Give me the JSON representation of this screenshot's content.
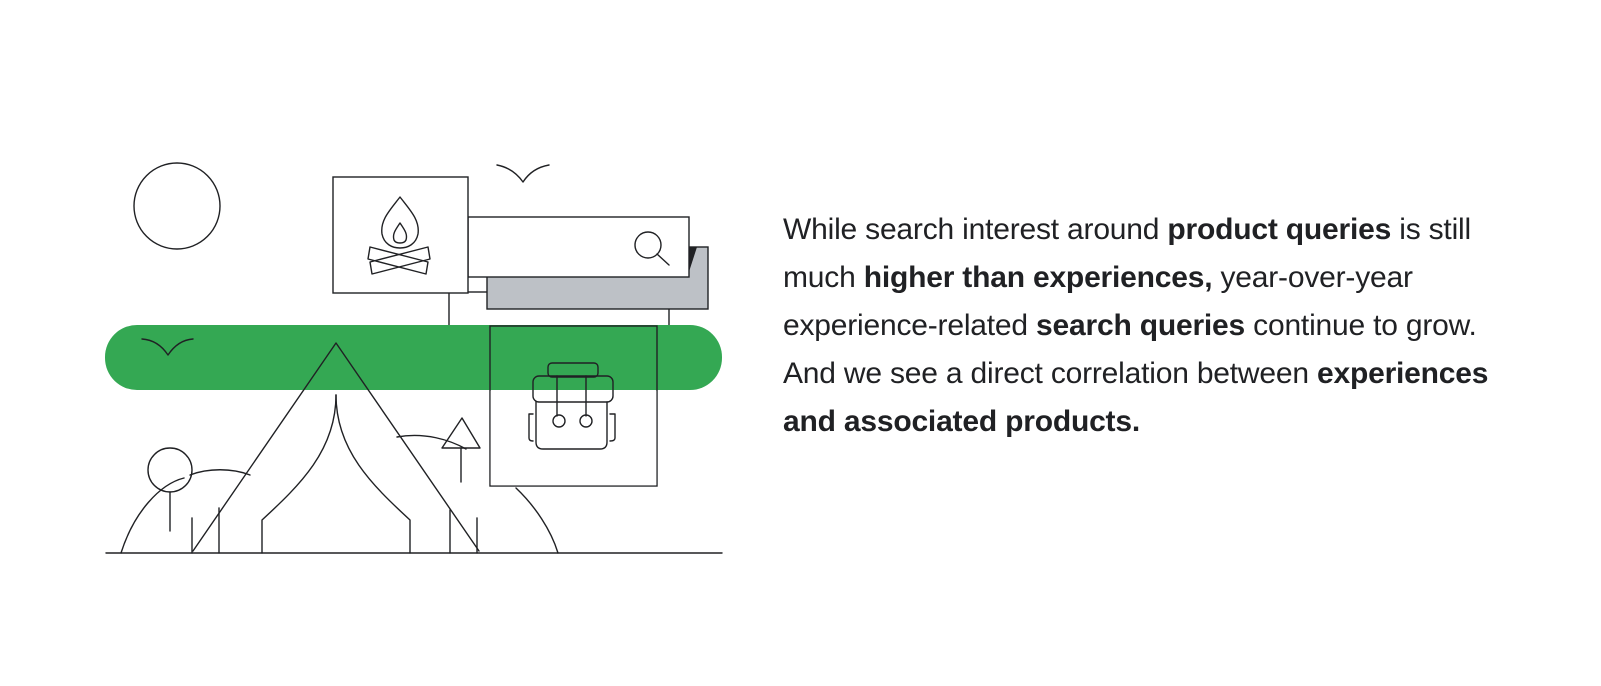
{
  "colors": {
    "accent_green": "#34A853",
    "shadow_gray": "#BDC1C6",
    "ink": "#202124",
    "background": "#FFFFFF"
  },
  "illustration": {
    "icons": [
      "campfire-icon",
      "search-icon",
      "backpack-icon",
      "sun-icon",
      "bird-icon",
      "tent-icon",
      "tree-icon"
    ]
  },
  "copy": {
    "s1": "While search interest around ",
    "s2": "product queries",
    "s3": " is still much ",
    "s4": "higher than experiences,",
    "s5": " year-over-year experience-related ",
    "s6": "search queries",
    "s7": " continue to grow. And we see a direct correlation between ",
    "s8": "experiences and associated products."
  }
}
